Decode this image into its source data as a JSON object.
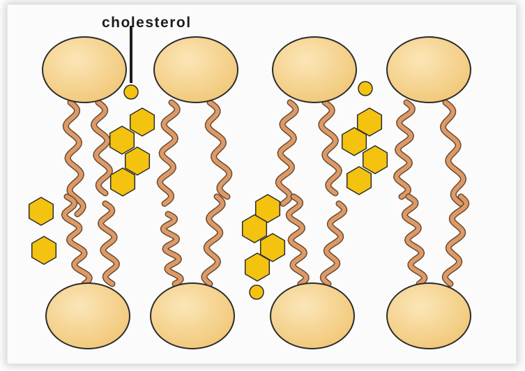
{
  "labels": {
    "cholesterol": "cholesterol"
  },
  "colors": {
    "head_fill": "#f1c777",
    "head_highlight": "#fbe6b8",
    "head_stroke": "#2b2b2b",
    "tail_fill": "#dc9a68",
    "tail_stroke": "#6b4a2e",
    "sterol_fill": "#f3c310",
    "sterol_stroke": "#2b2b2b",
    "frame_background": "#fbfbfb"
  },
  "structure": {
    "phospholipids_per_leaflet": 4,
    "leaflets": [
      "top",
      "bottom"
    ],
    "tails_per_phospholipid": 2,
    "cholesterol_molecules": 4
  }
}
